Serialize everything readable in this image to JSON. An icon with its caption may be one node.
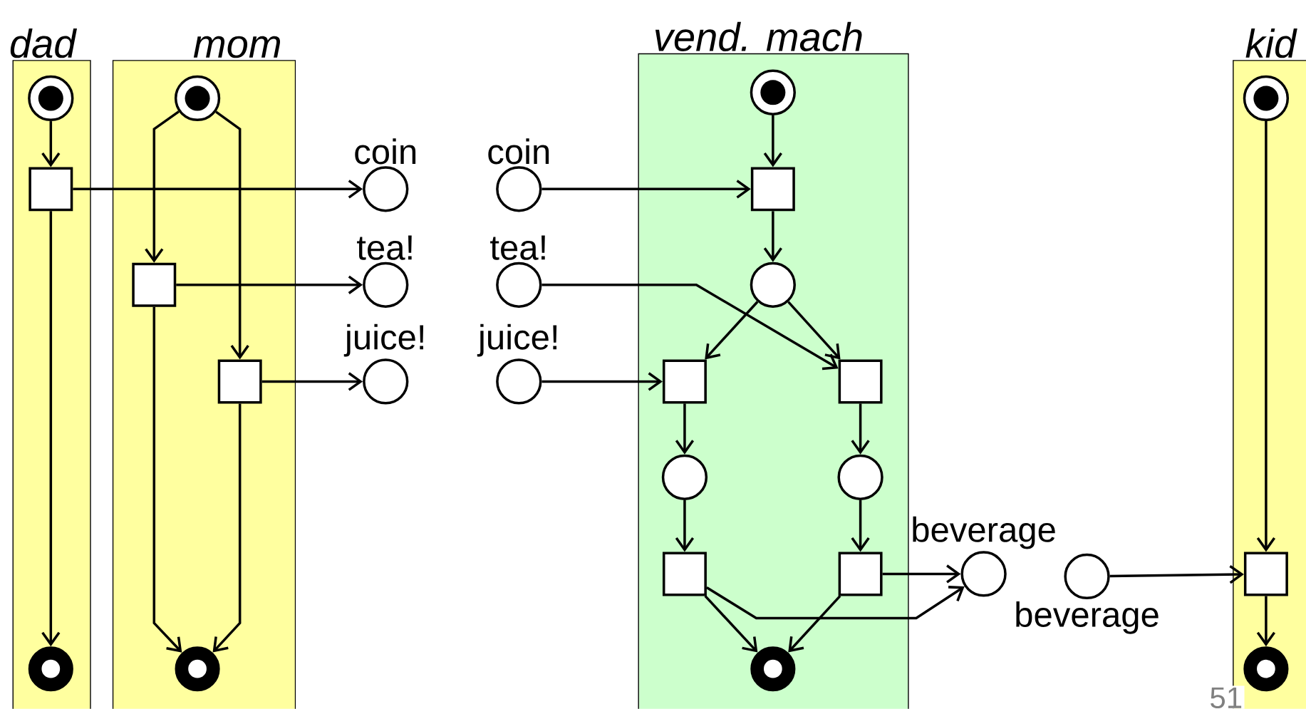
{
  "diagram": {
    "nodes": [
      {
        "text": [
          "dad"
        ]
      },
      {
        "text": [],
        "shape": "circle",
        "in": 0
      },
      {
        "text": [],
        "shape": "box",
        "in": 0
      },
      {
        "text": [],
        "shape": "circle",
        "in": 0
      },
      {
        "text": [
          "mom"
        ]
      },
      {
        "text": [],
        "shape": "circle",
        "in": 4
      },
      {
        "text": [],
        "shape": "box",
        "in": 4
      },
      {
        "text": [],
        "shape": "box",
        "in": 4
      },
      {
        "text": [],
        "shape": "circle",
        "in": 4
      },
      {
        "text": [
          "coin"
        ]
      },
      {
        "text": [
          "tea!"
        ]
      },
      {
        "text": [
          "juice!"
        ]
      },
      {
        "text": [
          "coin"
        ]
      },
      {
        "text": [
          "tea!"
        ]
      },
      {
        "text": [
          "juice!"
        ]
      },
      {
        "text": [
          "vend. mach"
        ]
      },
      {
        "text": [],
        "shape": "circle",
        "in": 15
      },
      {
        "text": [],
        "shape": "box",
        "in": 15
      },
      {
        "text": [],
        "shape": "circle",
        "in": 15
      },
      {
        "text": [],
        "shape": "box",
        "in": 15
      },
      {
        "text": [],
        "shape": "box",
        "in": 15
      },
      {
        "text": [],
        "shape": "circle",
        "in": 15
      },
      {
        "text": [],
        "shape": "circle",
        "in": 15
      },
      {
        "text": [],
        "shape": "box",
        "in": 15
      },
      {
        "text": [],
        "shape": "box",
        "in": 15
      },
      {
        "text": [],
        "shape": "circle",
        "in": 15
      },
      {
        "text": [
          "beverage"
        ]
      },
      {
        "text": [
          "beverage"
        ]
      },
      {
        "text": [
          "kid"
        ]
      },
      {
        "text": [],
        "shape": "circle",
        "in": 28
      },
      {
        "text": [],
        "shape": "box",
        "in": 28
      },
      {
        "text": [],
        "shape": "circle",
        "in": 28
      }
    ],
    "edges": [
      {
        "from": 1,
        "to": 2,
        "arrow": "to"
      },
      {
        "from": 2,
        "to": 9,
        "arrow": "to"
      },
      {
        "from": 2,
        "to": 3,
        "arrow": "to"
      },
      {
        "from": 5,
        "to": 6,
        "arrow": "to"
      },
      {
        "from": 5,
        "to": 7,
        "arrow": "to"
      },
      {
        "from": 6,
        "to": 10,
        "arrow": "to"
      },
      {
        "from": 7,
        "to": 11,
        "arrow": "to"
      },
      {
        "from": 6,
        "to": 8,
        "arrow": "to"
      },
      {
        "from": 7,
        "to": 8,
        "arrow": "to"
      },
      {
        "from": 12,
        "to": 17,
        "arrow": "to"
      },
      {
        "from": 13,
        "to": 20,
        "arrow": "to"
      },
      {
        "from": 14,
        "to": 19,
        "arrow": "to"
      },
      {
        "from": 16,
        "to": 17,
        "arrow": "to"
      },
      {
        "from": 17,
        "to": 18,
        "arrow": "to"
      },
      {
        "from": 18,
        "to": 19,
        "arrow": "to"
      },
      {
        "from": 18,
        "to": 20,
        "arrow": "to"
      },
      {
        "from": 19,
        "to": 21,
        "arrow": "to"
      },
      {
        "from": 20,
        "to": 22,
        "arrow": "to"
      },
      {
        "from": 21,
        "to": 23,
        "arrow": "to"
      },
      {
        "from": 22,
        "to": 24,
        "arrow": "to"
      },
      {
        "from": 23,
        "to": 25,
        "arrow": "to"
      },
      {
        "from": 24,
        "to": 25,
        "arrow": "to"
      },
      {
        "from": 24,
        "to": 26,
        "arrow": "to"
      },
      {
        "from": 23,
        "to": 26,
        "arrow": "to"
      },
      {
        "from": 27,
        "to": 30,
        "arrow": "to"
      },
      {
        "from": 29,
        "to": 30,
        "arrow": "to"
      },
      {
        "from": 30,
        "to": 31,
        "arrow": "to"
      }
    ],
    "labels": [
      "51"
    ]
  }
}
